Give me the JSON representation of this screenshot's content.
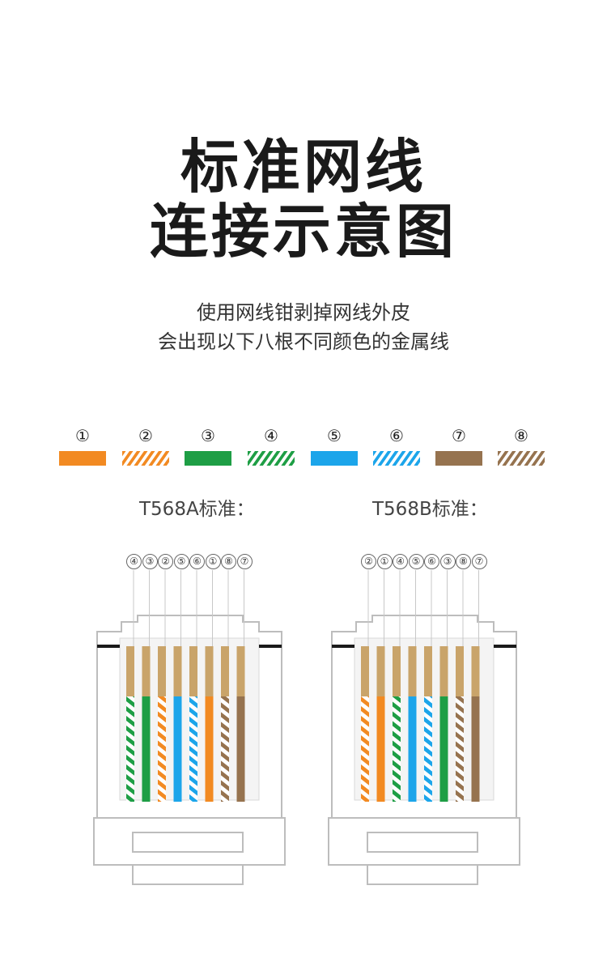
{
  "title": {
    "line1": "标准网线",
    "line2": "连接示意图"
  },
  "subtitle": {
    "line1": "使用网线钳剥掉网线外皮",
    "line2": "会出现以下八根不同颜色的金属线"
  },
  "legend": [
    {
      "num": "①",
      "color": "#F28A22",
      "striped": false
    },
    {
      "num": "②",
      "color": "#F28A22",
      "striped": true
    },
    {
      "num": "③",
      "color": "#1E9E45",
      "striped": false
    },
    {
      "num": "④",
      "color": "#1E9E45",
      "striped": true
    },
    {
      "num": "⑤",
      "color": "#1CA5EA",
      "striped": false
    },
    {
      "num": "⑥",
      "color": "#1CA5EA",
      "striped": true
    },
    {
      "num": "⑦",
      "color": "#96734F",
      "striped": false
    },
    {
      "num": "⑧",
      "color": "#96734F",
      "striped": true
    }
  ],
  "standards": [
    {
      "label": "T568A标准：",
      "order": [
        "④",
        "③",
        "②",
        "⑤",
        "⑥",
        "①",
        "⑧",
        "⑦"
      ],
      "wires": [
        4,
        3,
        2,
        5,
        6,
        1,
        8,
        7
      ]
    },
    {
      "label": "T568B标准：",
      "order": [
        "②",
        "①",
        "④",
        "⑤",
        "⑥",
        "③",
        "⑧",
        "⑦"
      ],
      "wires": [
        2,
        1,
        4,
        5,
        6,
        3,
        8,
        7
      ]
    }
  ],
  "colors": {
    "gold": "#C9A46A",
    "outline": "#bdbdbd",
    "connector_bg": "#f4f4f4",
    "contact_bar": "#1a1a1a"
  }
}
